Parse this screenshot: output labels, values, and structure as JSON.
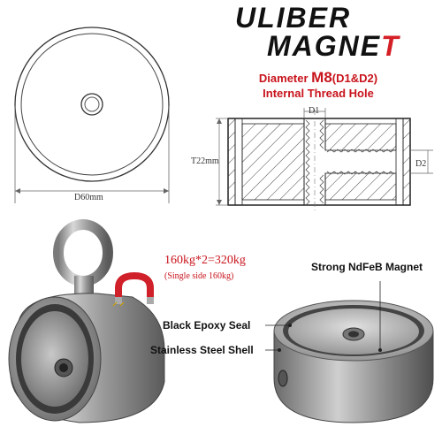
{
  "brand": {
    "line1_main": "ULIBER",
    "line2_main": "MAGNE",
    "line2_accent": "T",
    "accent_color": "#d41f26"
  },
  "top_left_diagram": {
    "diameter_label": "D60mm"
  },
  "thread_info": {
    "prefix": "Diameter ",
    "size": "M8",
    "suffix": "(D1&D2)",
    "line2": "Internal Thread Hole"
  },
  "cross_section": {
    "height_label": "T22mm",
    "d1_label": "D1",
    "d2_label": "D2"
  },
  "load": {
    "main": "160kg*2=320kg",
    "sub": "(Single side 160kg)"
  },
  "features": {
    "magnet": "Strong NdFeB Magnet",
    "seal": "Black Epoxy Seal",
    "shell": "Stainless Steel Shell"
  },
  "icons": [
    "horseshoe-magnet-icon"
  ]
}
